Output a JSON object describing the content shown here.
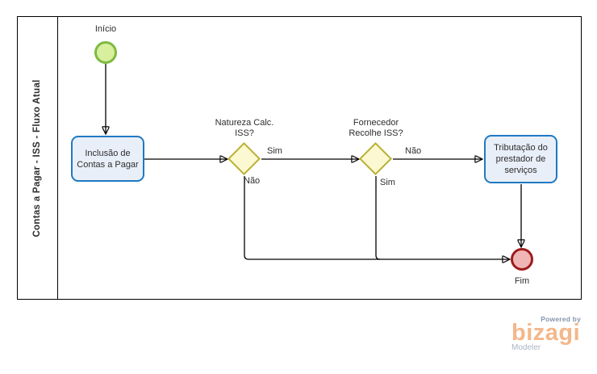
{
  "pool": {
    "title": "Contas a Pagar - ISS - Fluxo Atual"
  },
  "nodes": {
    "start_event": {
      "type": "start-event",
      "label": "Início"
    },
    "task_inclusao": {
      "type": "task",
      "label": "Inclusão de\nContas a Pagar"
    },
    "gateway_natureza": {
      "type": "exclusive-gateway",
      "label": "Natureza Calc.\nISS?"
    },
    "gateway_fornecedor": {
      "type": "exclusive-gateway",
      "label": "Fornecedor\nRecolhe ISS?"
    },
    "task_tributacao": {
      "type": "task",
      "label": "Tributação do\nprestador de\nserviços"
    },
    "end_event": {
      "type": "end-event",
      "label": "Fim"
    }
  },
  "edges": {
    "natureza_sim_label": "Sim",
    "natureza_nao_label": "Não",
    "fornecedor_nao_label": "Não",
    "fornecedor_sim_label": "Sim"
  },
  "branding": {
    "powered_by": "Powered by",
    "logo": "bizagi",
    "product": "Modeler"
  },
  "colors": {
    "start_fill": "#d8ef9e",
    "start_stroke": "#7fba41",
    "task_fill": "#e9eff9",
    "task_stroke": "#2079c3",
    "gateway_fill": "#fcf8d1",
    "gateway_stroke": "#b9b237",
    "end_fill": "#f0b6b6",
    "end_stroke": "#9e1c1c",
    "flow_color": "#000000",
    "text_color": "#2d2d2d",
    "logo_orange": "#f4b78a",
    "powered_by_gray": "#8795ab",
    "modeler_gray": "#aab4c4"
  }
}
